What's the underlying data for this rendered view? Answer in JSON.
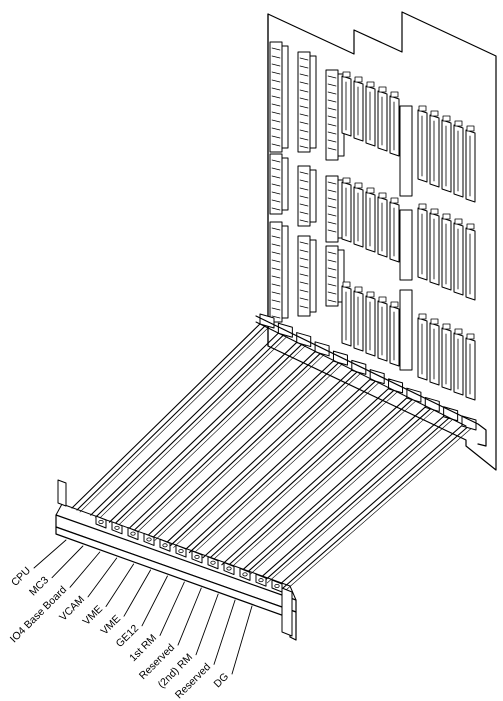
{
  "slot_labels": [
    "CPU",
    "MC3",
    "IO4 Base Board",
    "VCAM",
    "VME",
    "VME",
    "GE12",
    "1st RM",
    "Reserved",
    "(2nd) RM",
    "Reserved",
    "DG"
  ]
}
